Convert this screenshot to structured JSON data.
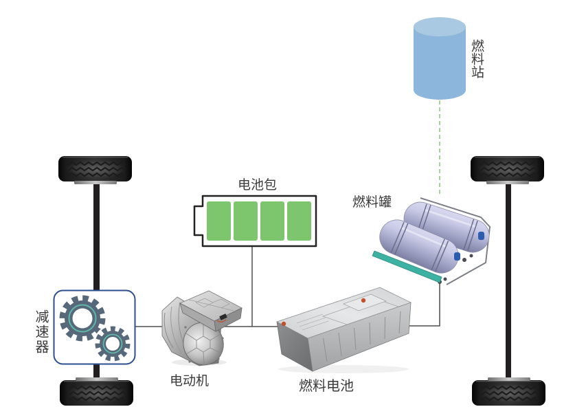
{
  "components": {
    "fuel_station": {
      "label": "燃料站",
      "icon": "cylinder-icon",
      "top_color": "#a9c9e3",
      "body_color": "#8db6dc"
    },
    "fuel_tank": {
      "label": "燃料罐",
      "icon": "hydrogen-tanks-image",
      "tank_color": "#b9bad8",
      "rail_color": "#3db2a2"
    },
    "battery_pack": {
      "label": "电池包",
      "icon": "battery-icon",
      "cells_total": 4,
      "cells_filled": 4,
      "cell_color": "#7dc66e",
      "outline_color": "#222222"
    },
    "motor": {
      "label": "电动机",
      "icon": "electric-motor-image"
    },
    "fuel_cell": {
      "label": "燃料电池",
      "icon": "fuel-cell-stack-image"
    },
    "reducer": {
      "label": "减速器",
      "icon": "gears-icon",
      "border_color": "#2e4f8c",
      "gear_color": "#56687a",
      "ring_color": "#5fb8a8"
    }
  },
  "wheels": {
    "count": 4,
    "axles": 2,
    "tire_color": "#1a1a1a",
    "axle_color": "#231f20"
  },
  "connections": [
    {
      "from": "fuel_station",
      "to": "fuel_tank",
      "style": "dashed",
      "color": "#8fcf7f"
    },
    {
      "from": "fuel_tank",
      "to": "fuel_cell",
      "style": "solid",
      "color": "#4d4d4d"
    },
    {
      "from": "fuel_cell",
      "to": "motor",
      "style": "solid",
      "color": "#4d4d4d"
    },
    {
      "from": "battery_pack",
      "to": "motor",
      "style": "solid",
      "color": "#4d4d4d"
    },
    {
      "from": "motor",
      "to": "reducer",
      "style": "solid",
      "color": "#4d4d4d"
    }
  ],
  "colors": {
    "text": "#3a3a3a",
    "background": "#ffffff"
  }
}
